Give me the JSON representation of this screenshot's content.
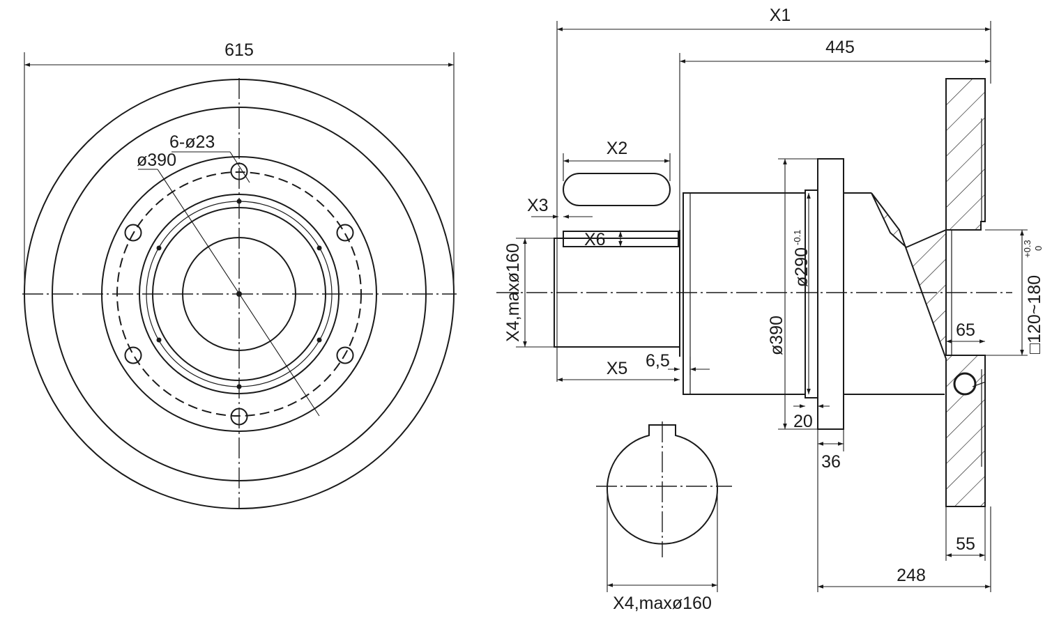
{
  "front_view": {
    "dim_outer_diameter": "615",
    "dim_bolt_holes": "6-ø23",
    "dim_bolt_circle": "ø390"
  },
  "side_view": {
    "dim_x1": "X1",
    "dim_445": "445",
    "dim_x2": "X2",
    "dim_x3": "X3",
    "dim_x6": "X6",
    "dim_x4_shaft": "X4,maxø160",
    "dim_x5": "X5",
    "dim_6_5": "6,5",
    "dim_290": "ø290",
    "dim_290_tol": "-0.1",
    "dim_390": "ø390",
    "dim_20": "20",
    "dim_36": "36",
    "dim_square": "□120~180",
    "dim_square_tol_upper": "+0.3",
    "dim_square_tol_lower": "0",
    "dim_65": "65",
    "dim_55": "55",
    "dim_248": "248"
  },
  "section_view": {
    "dim_x4_section": "X4,maxø160"
  }
}
